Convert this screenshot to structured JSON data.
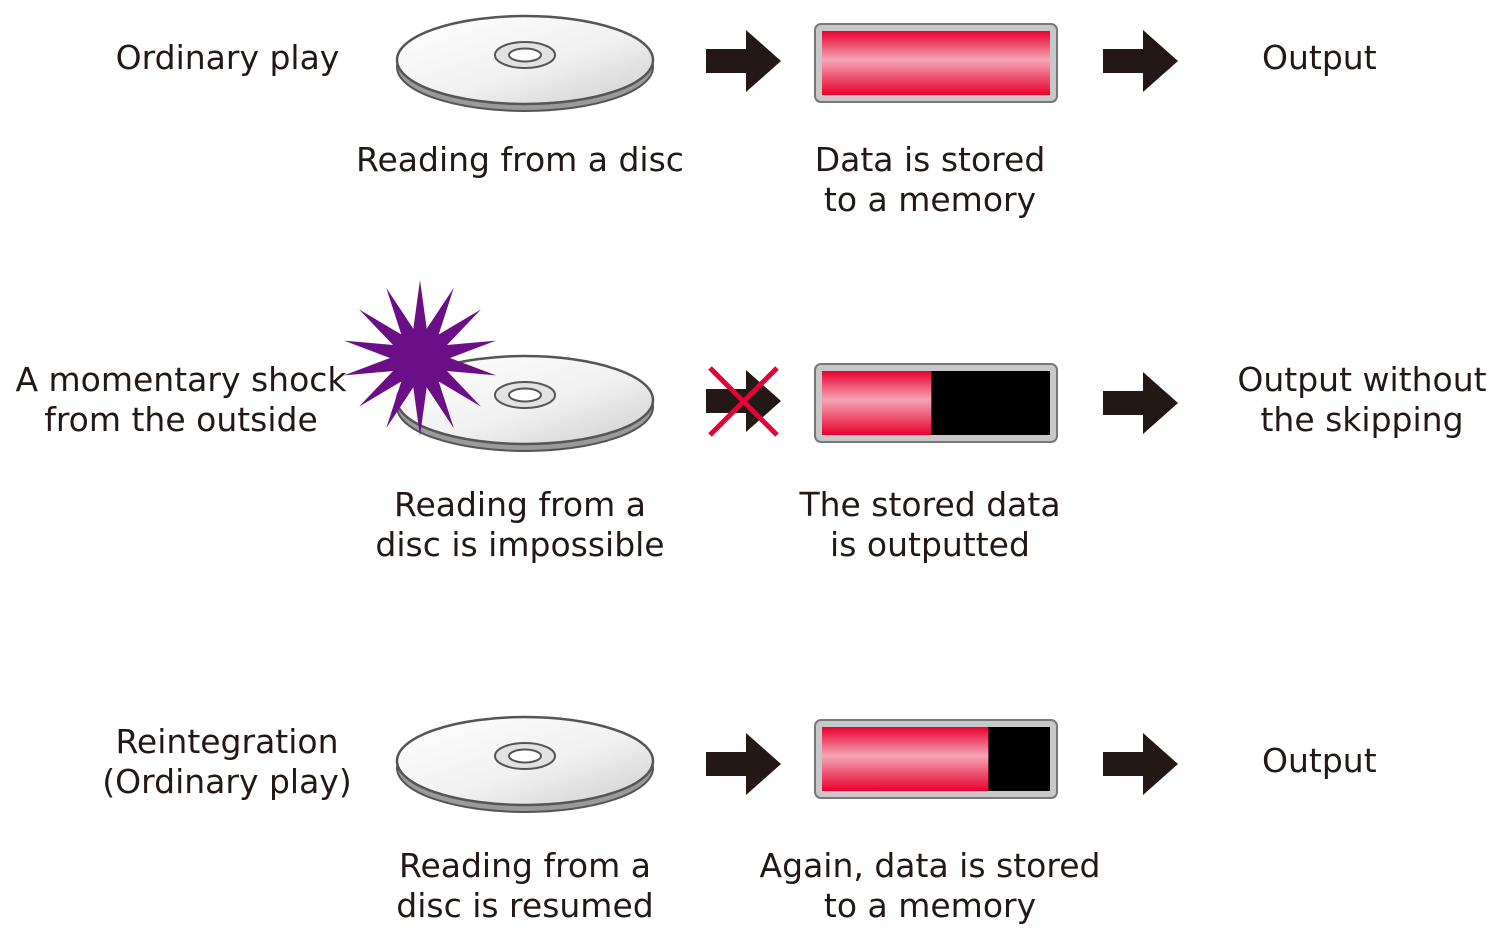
{
  "rows": [
    {
      "stage": "Ordinary play",
      "disc_caption": "Reading from a disc",
      "memory_caption": "Data is stored\nto a memory",
      "output": "Output",
      "memory_fill": 1.0,
      "read_blocked": false,
      "shock": false
    },
    {
      "stage": "A momentary shock\nfrom the outside",
      "disc_caption": "Reading from a\ndisc is impossible",
      "memory_caption": "The stored data\nis outputted",
      "output": "Output without\nthe skipping",
      "memory_fill": 0.48,
      "read_blocked": true,
      "shock": true
    },
    {
      "stage": "Reintegration\n(Ordinary play)",
      "disc_caption": "Reading from a\ndisc is resumed",
      "memory_caption": "Again, data is stored\nto a memory",
      "output": "Output",
      "memory_fill": 0.73,
      "read_blocked": false,
      "shock": false
    }
  ],
  "colors": {
    "arrow": "#231815",
    "memory_red": "#e60033",
    "memory_empty": "#000000",
    "shock": "#6a0f86",
    "cross": "#e60033"
  },
  "icons": {
    "disc": "disc-icon",
    "arrow": "arrow-right-icon",
    "memory": "memory-bar-icon",
    "shock": "shock-burst-icon",
    "cross": "cross-icon"
  }
}
